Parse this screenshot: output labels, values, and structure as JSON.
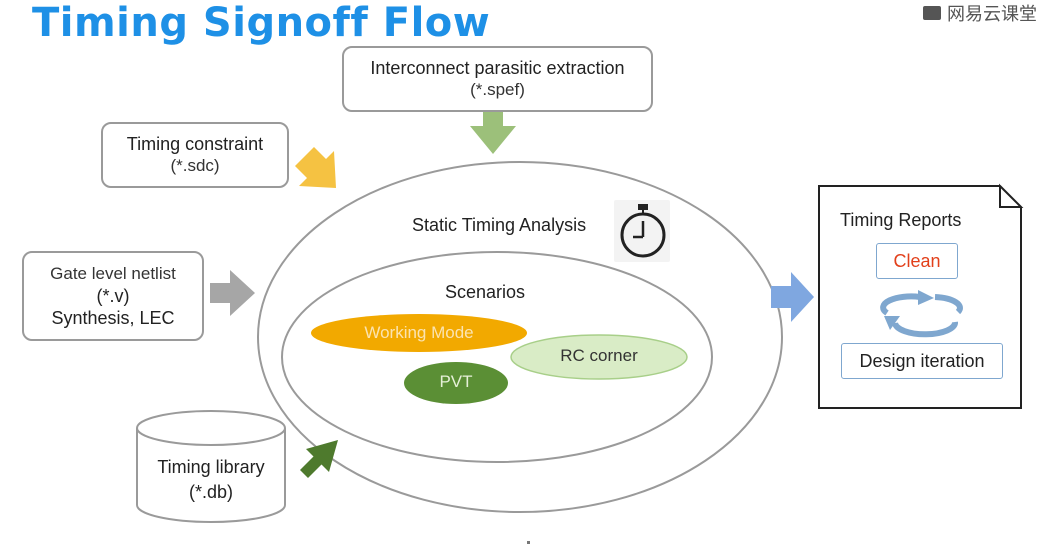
{
  "title": "Timing Signoff Flow",
  "watermark": "网易云课堂",
  "inputs": {
    "parasitic": {
      "line1": "Interconnect parasitic extraction",
      "line2": "(*.spef)"
    },
    "constraint": {
      "line1": "Timing constraint",
      "line2": "(*.sdc)"
    },
    "netlist": {
      "line1": "Gate level netlist",
      "line2": "(*.v)",
      "line3": "Synthesis, LEC"
    },
    "library": {
      "line1": "Timing library",
      "line2": "(*.db)"
    }
  },
  "sta": {
    "label": "Static Timing Analysis",
    "scenarios_label": "Scenarios",
    "working_mode": "Working Mode",
    "rc_corner": "RC corner",
    "pvt": "PVT"
  },
  "report": {
    "title": "Timing Reports",
    "clean": "Clean",
    "iteration": "Design iteration"
  },
  "colors": {
    "title": "#1e90e6",
    "working_mode": "#f2a900",
    "rc_corner": "#d9ecc6",
    "pvt": "#5b8f35",
    "arrow_spef": "#9cc07a",
    "arrow_sdc": "#f5c242",
    "arrow_netlist": "#a6a6a6",
    "arrow_lib": "#4e7a2d",
    "arrow_out": "#7fa7e0",
    "clean_text": "#e2401b"
  },
  "icons": [
    "stopwatch-icon",
    "cycle-arrows-icon",
    "database-icon"
  ]
}
